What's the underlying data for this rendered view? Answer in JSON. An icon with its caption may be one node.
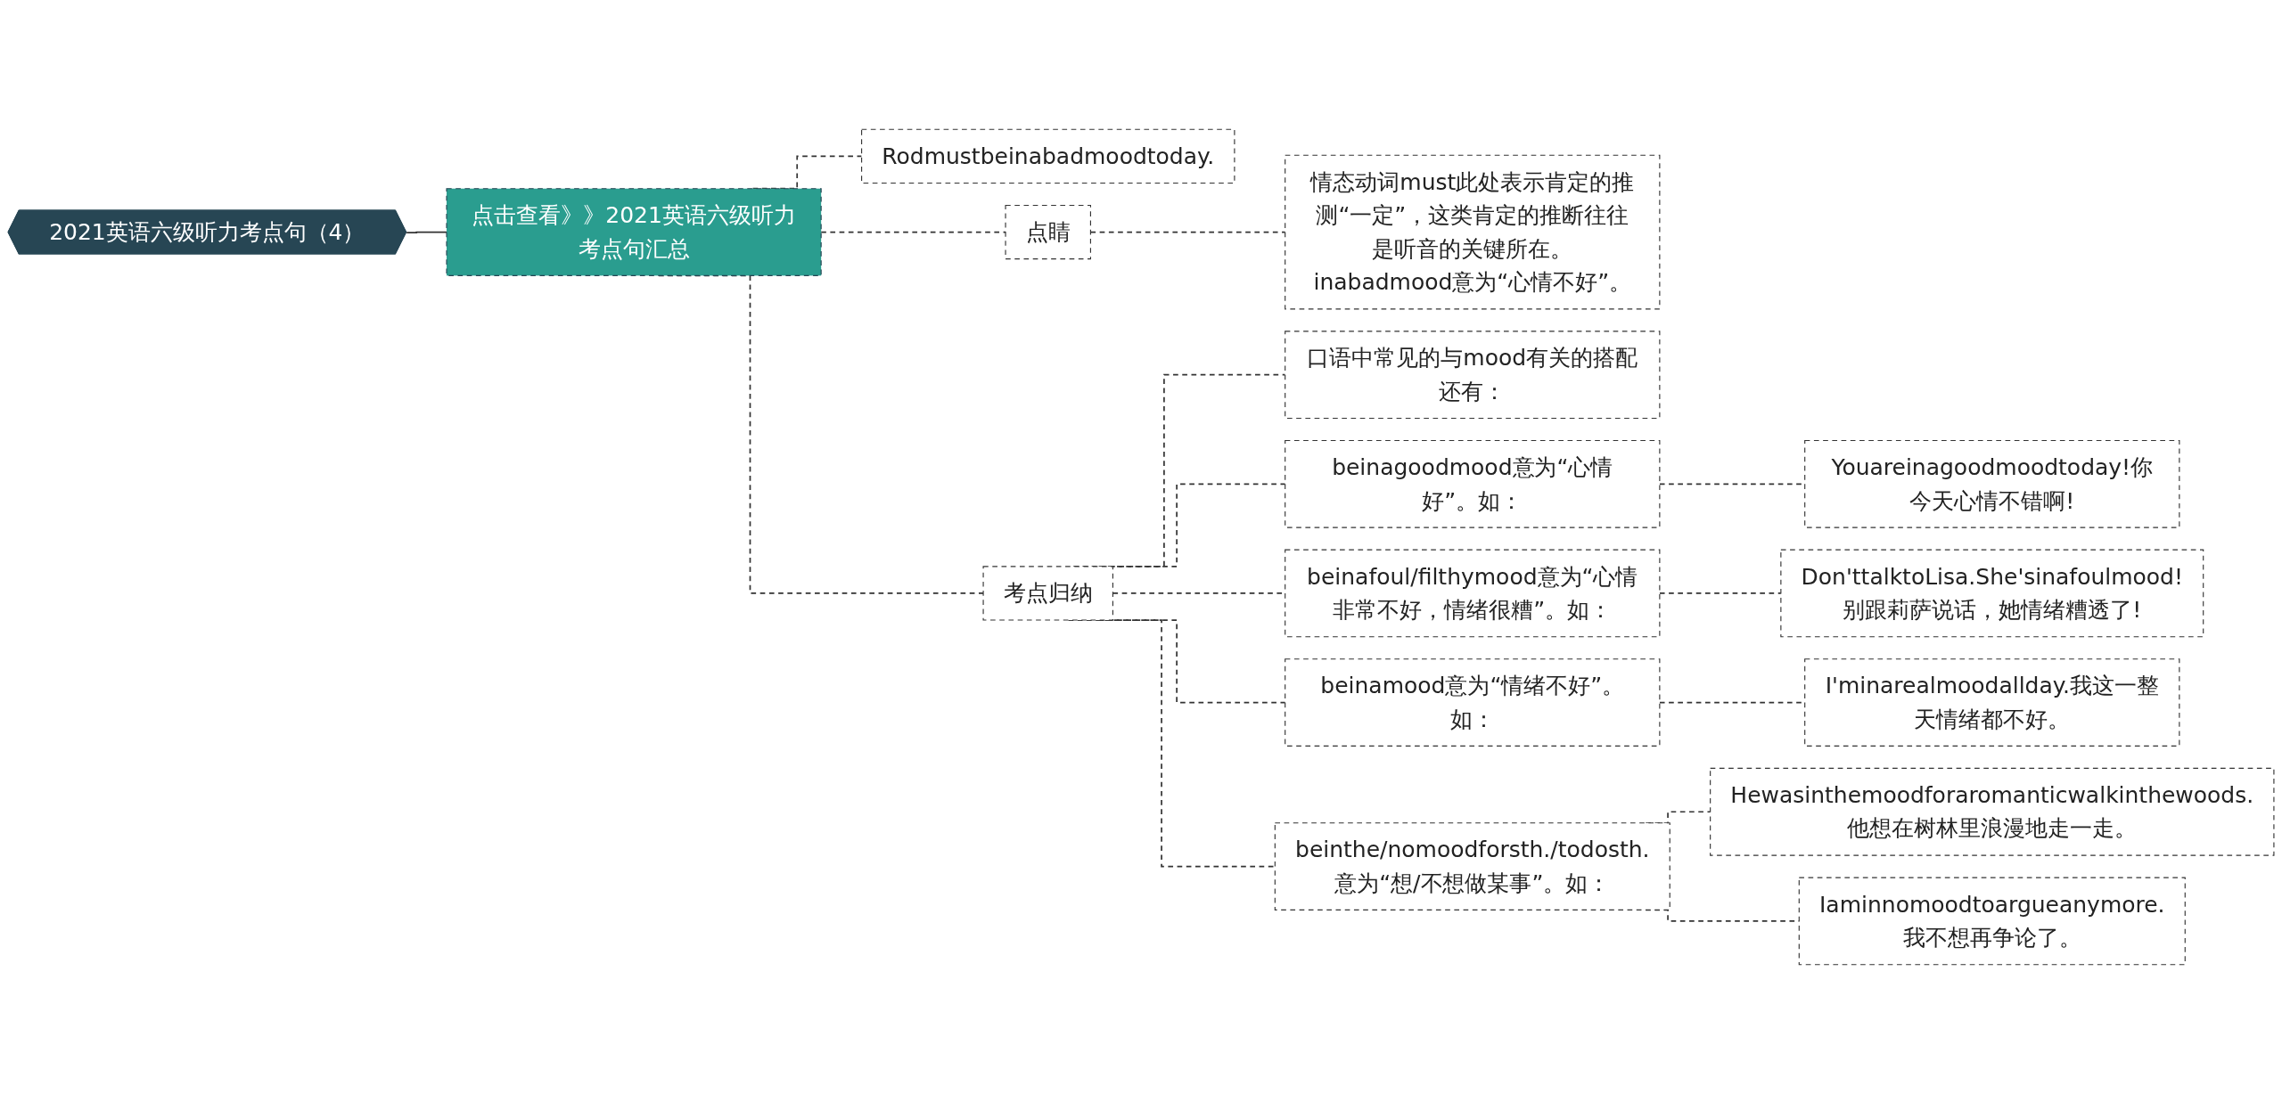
{
  "diagram": {
    "nodes": [
      {
        "text": [
          "2021英语六级听力考点句（4）"
        ]
      },
      {
        "text": [
          "点击查看》》2021英语六级听力考点句汇总"
        ]
      },
      {
        "text": [
          "Rodmustbeinabadmoodtoday."
        ]
      },
      {
        "text": [
          "点睛"
        ]
      },
      {
        "text": [
          "情态动词must此处表示肯定的推测“一定”，这类肯定的推断往往是听音的关键所在。inabadmood意为“心情不好”。"
        ]
      },
      {
        "text": [
          "考点归纳"
        ]
      },
      {
        "text": [
          "口语中常见的与mood有关的搭配还有："
        ]
      },
      {
        "text": [
          "beinagoodmood意为“心情好”。如："
        ]
      },
      {
        "text": [
          "Youareinagoodmoodtoday!你今天心情不错啊!"
        ]
      },
      {
        "text": [
          "beinafoul/filthymood意为“心情非常不好，情绪很糟”。如："
        ]
      },
      {
        "text": [
          "Don'ttalktoLisa.She'sinafoulmood!别跟莉萨说话，她情绪糟透了!"
        ]
      },
      {
        "text": [
          "beinamood意为“情绪不好”。如："
        ]
      },
      {
        "text": [
          "I'minarealmoodallday.我这一整天情绪都不好。"
        ]
      },
      {
        "text": [
          "beinthe/nomoodforsth./todosth.意为“想/不想做某事”。如："
        ]
      },
      {
        "text": [
          "Hewasinthemoodforaromanticwalkinthewoods.他想在树林里浪漫地走一走。"
        ]
      },
      {
        "text": [
          "Iaminnomoodtoargueanymore.我不想再争论了。"
        ]
      }
    ],
    "edges": [
      {
        "from": 0,
        "to": 1,
        "arrow": "none"
      },
      {
        "from": 1,
        "to": 2,
        "arrow": "none",
        "style": "dashed"
      },
      {
        "from": 1,
        "to": 3,
        "arrow": "none",
        "style": "dashed"
      },
      {
        "from": 1,
        "to": 5,
        "arrow": "none",
        "style": "dashed"
      },
      {
        "from": 3,
        "to": 4,
        "arrow": "none",
        "style": "dashed"
      },
      {
        "from": 5,
        "to": 6,
        "arrow": "none",
        "style": "dashed"
      },
      {
        "from": 5,
        "to": 7,
        "arrow": "none",
        "style": "dashed"
      },
      {
        "from": 5,
        "to": 9,
        "arrow": "none",
        "style": "dashed"
      },
      {
        "from": 5,
        "to": 11,
        "arrow": "none",
        "style": "dashed"
      },
      {
        "from": 5,
        "to": 13,
        "arrow": "none",
        "style": "dashed"
      },
      {
        "from": 7,
        "to": 8,
        "arrow": "none",
        "style": "dashed"
      },
      {
        "from": 9,
        "to": 10,
        "arrow": "none",
        "style": "dashed"
      },
      {
        "from": 11,
        "to": 12,
        "arrow": "none",
        "style": "dashed"
      },
      {
        "from": 13,
        "to": 14,
        "arrow": "none",
        "style": "dashed"
      },
      {
        "from": 13,
        "to": 15,
        "arrow": "none",
        "style": "dashed"
      }
    ]
  }
}
